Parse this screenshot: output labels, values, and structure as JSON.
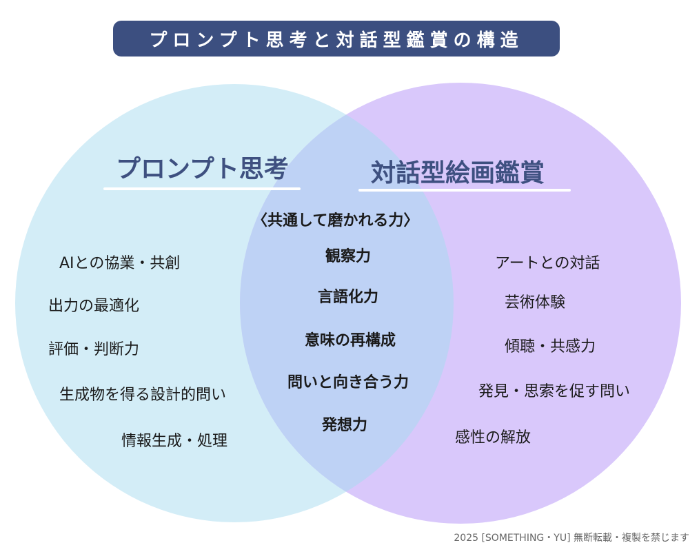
{
  "title": "プロンプト思考と対話型鑑賞の構造",
  "left_set": {
    "title": "プロンプト思考",
    "items": [
      "AIとの協業・共創",
      "出力の最適化",
      "評価・判断力",
      "生成物を得る設計的問い",
      "情報生成・処理"
    ]
  },
  "right_set": {
    "title": "対話型絵画鑑賞",
    "items": [
      "アートとの対話",
      "芸術体験",
      "傾聴・共感力",
      "発見・思索を促す問い",
      "感性の解放"
    ]
  },
  "overlap": {
    "heading": "〈共通して磨かれる力〉",
    "items": [
      "観察力",
      "言語化力",
      "意味の再構成",
      "問いと向き合う力",
      "発想力"
    ]
  },
  "footer": "2025 [SOMETHING・YU] 無断転載・複製を禁じます",
  "colors": {
    "title_bar": "#3c4f80",
    "left_circle": "#d3edf7",
    "right_circle": "#d9c8fb",
    "overlap": "#bed2f5",
    "set_title": "#3e5080"
  }
}
